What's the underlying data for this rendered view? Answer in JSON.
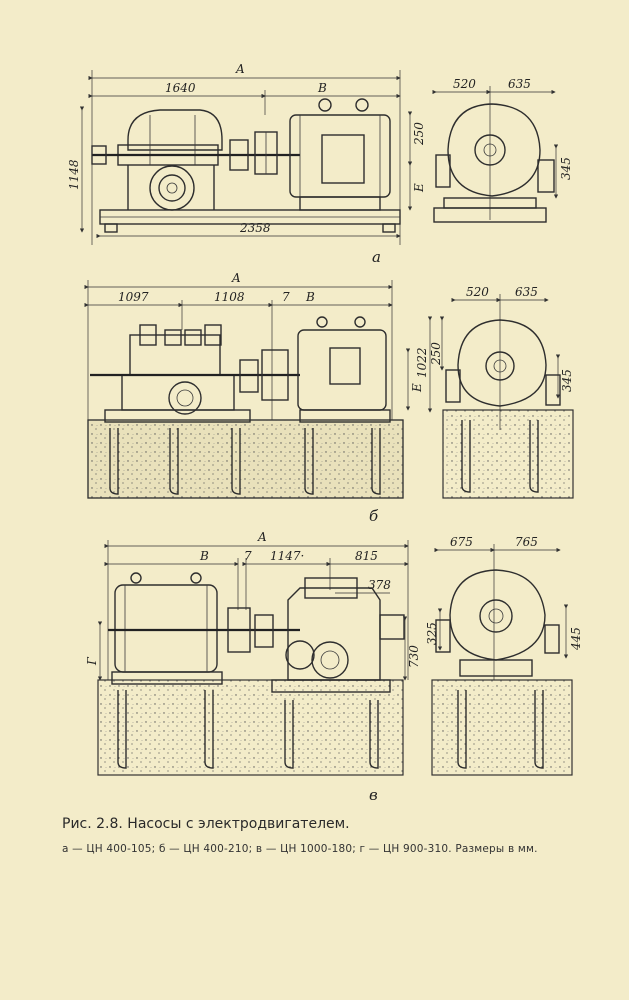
{
  "figure": {
    "caption_title": "Рис. 2.8. Насосы с электродвигателем.",
    "caption_text": "а — ЦН 400-105; б — ЦН 400-210; в — ЦН 1000-180; г — ЦН 900-310. Размеры в мм."
  },
  "diagram_a": {
    "sub_label": "а",
    "dim_A": "A",
    "dim_1640": "1640",
    "dim_B": "В",
    "dim_1148": "1148",
    "dim_2358": "2358",
    "dim_250": "250",
    "dim_E": "Е",
    "dim_520": "520",
    "dim_635": "635",
    "dim_345": "345"
  },
  "diagram_b": {
    "sub_label": "б",
    "dim_A": "A",
    "dim_1097": "1097",
    "dim_1108": "1108",
    "dim_7": "7",
    "dim_B": "В",
    "dim_250": "250",
    "dim_1022": "1022",
    "dim_E": "Е",
    "dim_520": "520",
    "dim_635": "635",
    "dim_345": "345"
  },
  "diagram_v": {
    "sub_label": "в",
    "dim_A": "A",
    "dim_B": "В",
    "dim_7": "7",
    "dim_1147": "1147·",
    "dim_815": "815",
    "dim_378": "378",
    "dim_F": "Г",
    "dim_730": "730",
    "dim_675": "675",
    "dim_765": "765",
    "dim_325": "325",
    "dim_445": "445"
  }
}
